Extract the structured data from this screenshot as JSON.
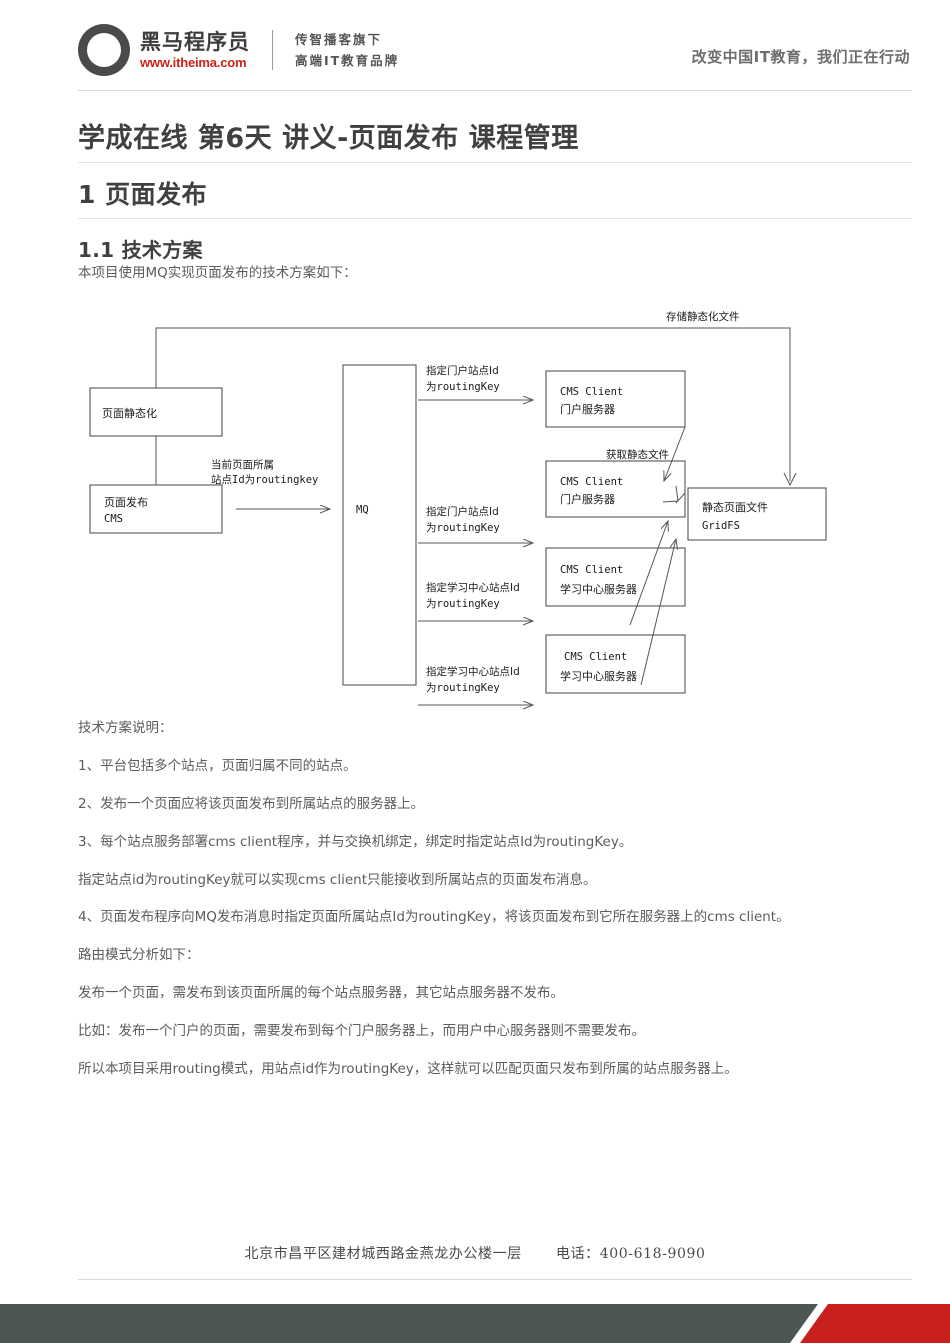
{
  "header": {
    "logo_cn": "黑马程序员",
    "logo_url": "www.itheima.com",
    "tagline_line1": "传智播客旗下",
    "tagline_line2": "高端IT教育品牌",
    "slogan": "改变中国IT教育，我们正在行动"
  },
  "doc": {
    "title": "学成在线 第6天 讲义-页面发布 课程管理",
    "section1": "1 页面发布",
    "section1_1": "1.1 技术方案",
    "intro": "本项目使用MQ实现页面发布的技术方案如下："
  },
  "diagram": {
    "boxes": {
      "static_page": "页面静态化",
      "publish_cms_line1": "页面发布",
      "publish_cms_line2": "CMS",
      "mq": "MQ",
      "client1_line1": "CMS Client",
      "client1_line2": "门户服务器",
      "client2_line1": "CMS Client",
      "client2_line2": "门户服务器",
      "client3_line1": "CMS Client",
      "client3_line2": "学习中心服务器",
      "client4_line1": "CMS Client",
      "client4_line2": "学习中心服务器",
      "gridfs_line1": "静态页面文件",
      "gridfs_line2": "GridFS"
    },
    "labels": {
      "store_static": "存储静态化文件",
      "fetch_static": "获取静态文件",
      "current_page_line1": "当前页面所属",
      "current_page_line2": "站点Id为routingkey",
      "portal_line1": "指定门户站点Id",
      "portal_line2": "为routingKey",
      "learn_line1": "指定学习中心站点Id",
      "learn_line2": "为routingKey"
    }
  },
  "notes": {
    "heading": "技术方案说明：",
    "items": [
      "1、平台包括多个站点，页面归属不同的站点。",
      "2、发布一个页面应将该页面发布到所属站点的服务器上。",
      "3、每个站点服务部署cms client程序，并与交换机绑定，绑定时指定站点Id为routingKey。",
      "指定站点id为routingKey就可以实现cms client只能接收到所属站点的页面发布消息。",
      "4、页面发布程序向MQ发布消息时指定页面所属站点Id为routingKey，将该页面发布到它所在服务器上的cms client。",
      "路由模式分析如下：",
      "发布一个页面，需发布到该页面所属的每个站点服务器，其它站点服务器不发布。",
      "比如：发布一个门户的页面，需要发布到每个门户服务器上，而用户中心服务器则不需要发布。",
      "所以本项目采用routing模式，用站点id作为routingKey，这样就可以匹配页面只发布到所属的站点服务器上。"
    ]
  },
  "footer": {
    "address": "北京市昌平区建材城西路金燕龙办公楼一层",
    "phone": "电话：400-618-9090"
  },
  "colors": {
    "brand_red": "#c9231c",
    "bar_gray": "#4d5654",
    "bar_red": "#c8201c",
    "text": "#5c5c5c"
  }
}
